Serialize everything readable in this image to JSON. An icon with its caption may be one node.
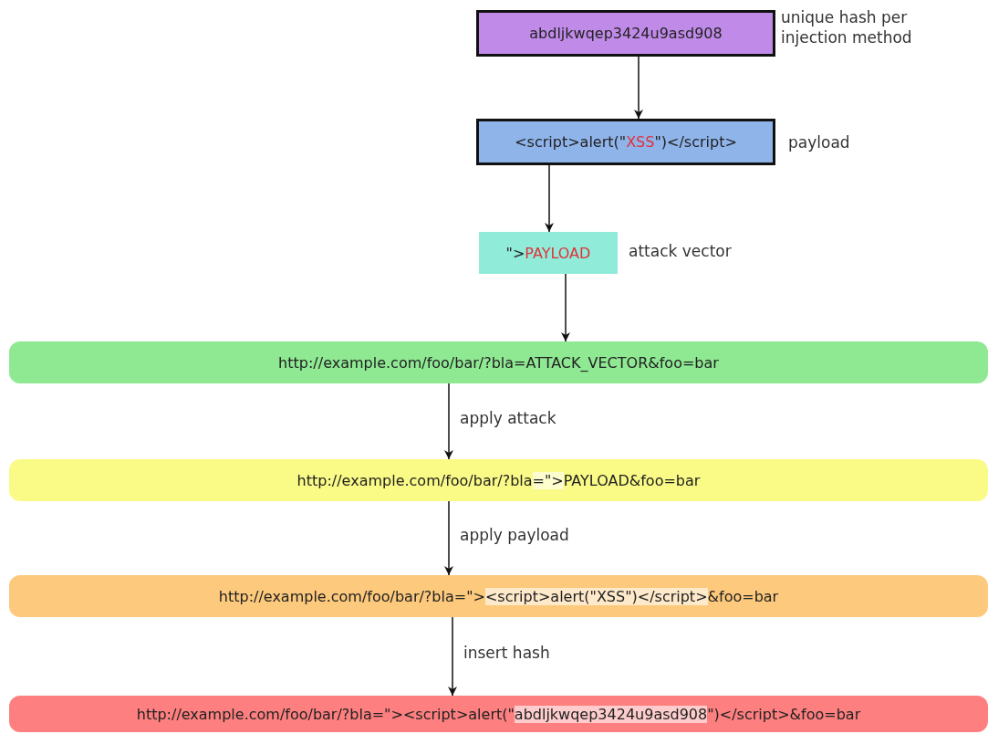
{
  "diagram": {
    "nodes": [
      {
        "text": [
          "abdljkwqep3424u9asd908"
        ],
        "beside": [
          "unique hash per injection method"
        ]
      },
      {
        "text": [
          "<script>alert(\"",
          "XSS",
          "\")</script>"
        ],
        "beside": [
          "payload"
        ]
      },
      {
        "text": [
          "\">",
          "PAYLOAD"
        ],
        "beside": [
          "attack vector"
        ]
      },
      {
        "text": [
          "http://example.com/foo/bar/?bla=ATTACK_VECTOR&foo=bar"
        ]
      },
      {
        "text": [
          "http://example.com/foo/bar/?bla",
          "=\">",
          "PAYLOAD&foo=bar"
        ]
      },
      {
        "text": [
          "http://example.com/foo/bar/?bla=\">",
          "<script>alert(\"XSS\")</script>",
          "&foo=bar"
        ]
      },
      {
        "text": [
          "http://example.com/foo/bar/?bla=\"><script>alert(\"",
          "abdljkwqep3424u9asd908",
          "\")</script>&foo=bar"
        ]
      }
    ],
    "edges": [
      {
        "from": 0,
        "to": 1,
        "arrow": "to"
      },
      {
        "from": 1,
        "to": 2,
        "arrow": "to"
      },
      {
        "from": 2,
        "to": 3,
        "arrow": "to"
      },
      {
        "from": 3,
        "to": 4,
        "arrow": "to",
        "label": "apply attack"
      },
      {
        "from": 4,
        "to": 5,
        "arrow": "to",
        "label": "apply payload"
      },
      {
        "from": 5,
        "to": 6,
        "arrow": "to",
        "label": "insert hash"
      }
    ]
  }
}
